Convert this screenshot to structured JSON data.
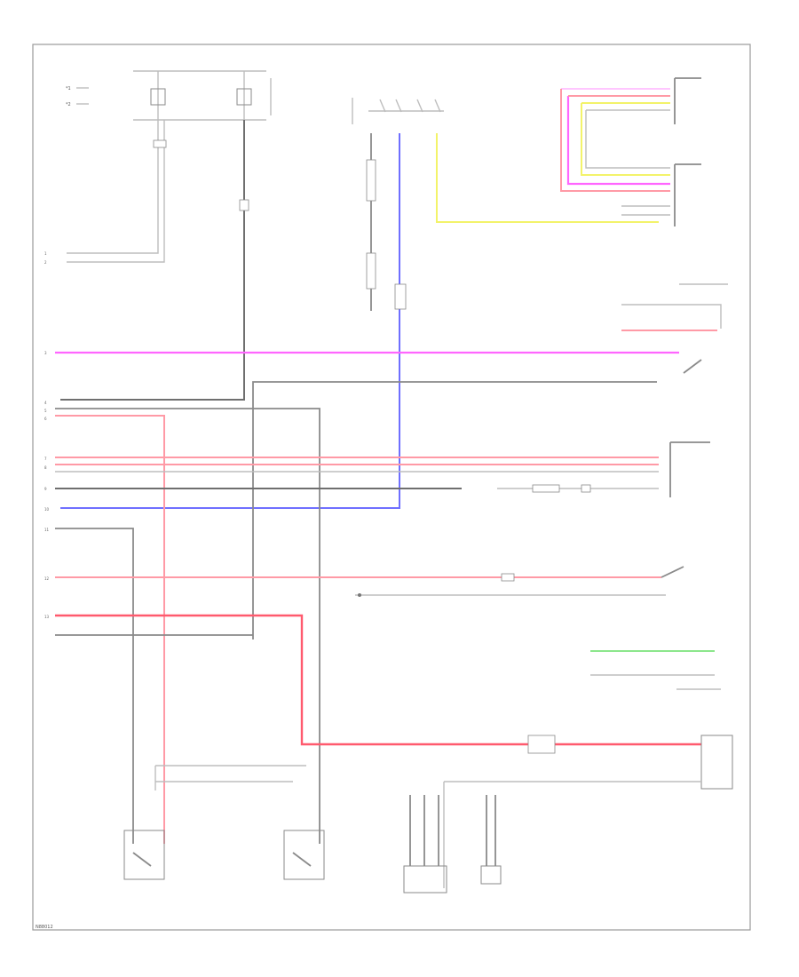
{
  "page": {
    "footer_code": "N88012"
  },
  "labels": {
    "left_side_codes": [
      "1",
      "2",
      "3",
      "4",
      "5",
      "6",
      "7",
      "8",
      "9",
      "10",
      "11",
      "12",
      "13"
    ],
    "top_left_legend": [
      "*1",
      "*2"
    ]
  },
  "colors": {
    "frame": "#9a9a9a",
    "wire_gray": "#8a8a8a",
    "wire_pink": "#ff66ff",
    "wire_red": "#ff9aa6",
    "wire_red_bright": "#ff5a6e",
    "wire_blue": "#6f6fff",
    "wire_yellow": "#f3f36a",
    "wire_green": "#66dd66"
  }
}
